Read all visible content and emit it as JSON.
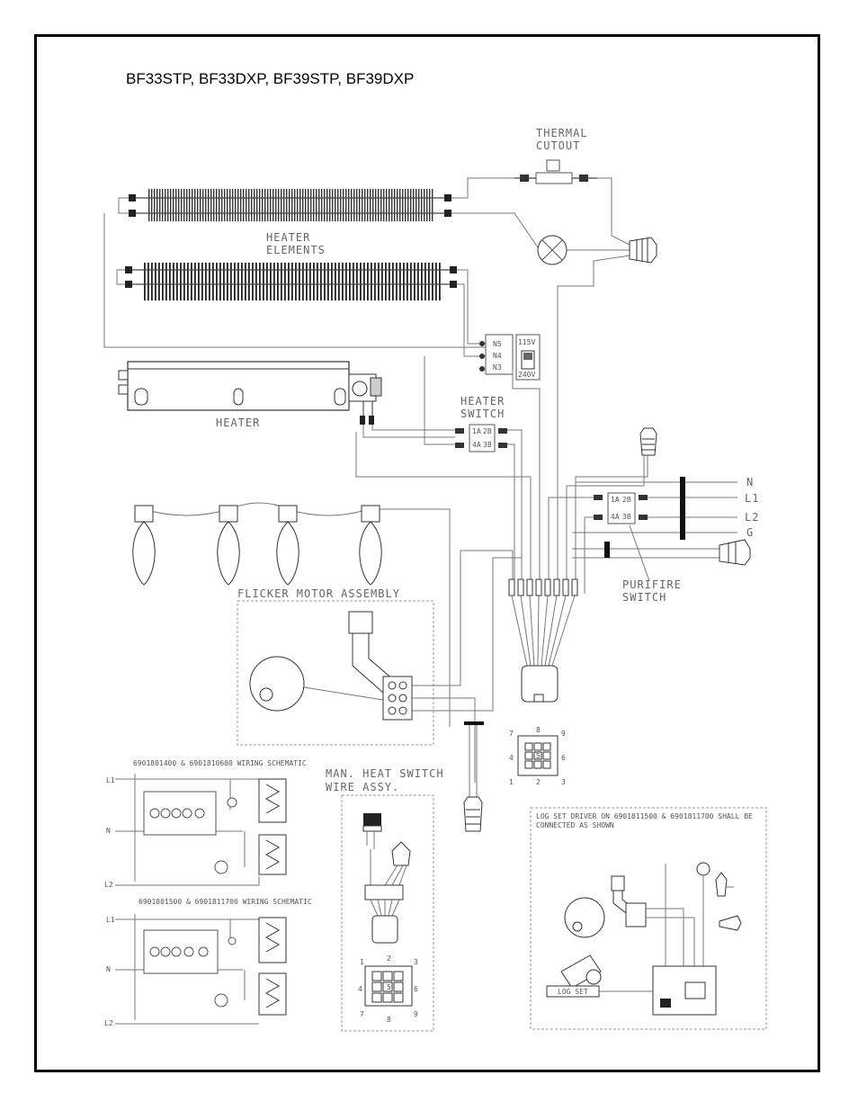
{
  "title": "BF33STP, BF33DXP, BF39STP, BF39DXP",
  "labels": {
    "thermal_cutout_1": "THERMAL",
    "thermal_cutout_2": "CUTOUT",
    "heater_elements_1": "HEATER",
    "heater_elements_2": "ELEMENTS",
    "heater": "HEATER",
    "heater_switch_1": "HEATER",
    "heater_switch_2": "SWITCH",
    "flicker_motor": "FLICKER MOTOR ASSEMBLY",
    "purifire_1": "PURIFIRE",
    "purifire_2": "SWITCH",
    "man_heat_1": "MAN. HEAT SWITCH",
    "man_heat_2": "WIRE ASSY.",
    "log_set_1": "LOG SET DRIVER ON 6901811500 & 6901811700 SHALL BE",
    "log_set_2": "CONNECTED AS SHOWN",
    "log_set_box": "LOG SET",
    "schematic_1": "6901801400 & 6901810600 WIRING SCHEMATIC",
    "schematic_2": "6901801500 & 6901811700 WIRING SCHEMATIC",
    "volt_115": "115V",
    "volt_240": "240V"
  },
  "line_terminals": [
    "N",
    "L1",
    "L2",
    "G"
  ],
  "plug_pins": [
    "7",
    "8",
    "9",
    "4",
    "5",
    "6",
    "1",
    "2",
    "3"
  ],
  "plug_pins_2": [
    "1",
    "2",
    "3",
    "4",
    "5",
    "6",
    "7",
    "8",
    "9"
  ],
  "schematic_terminals": [
    "L1",
    "N",
    "L2"
  ]
}
